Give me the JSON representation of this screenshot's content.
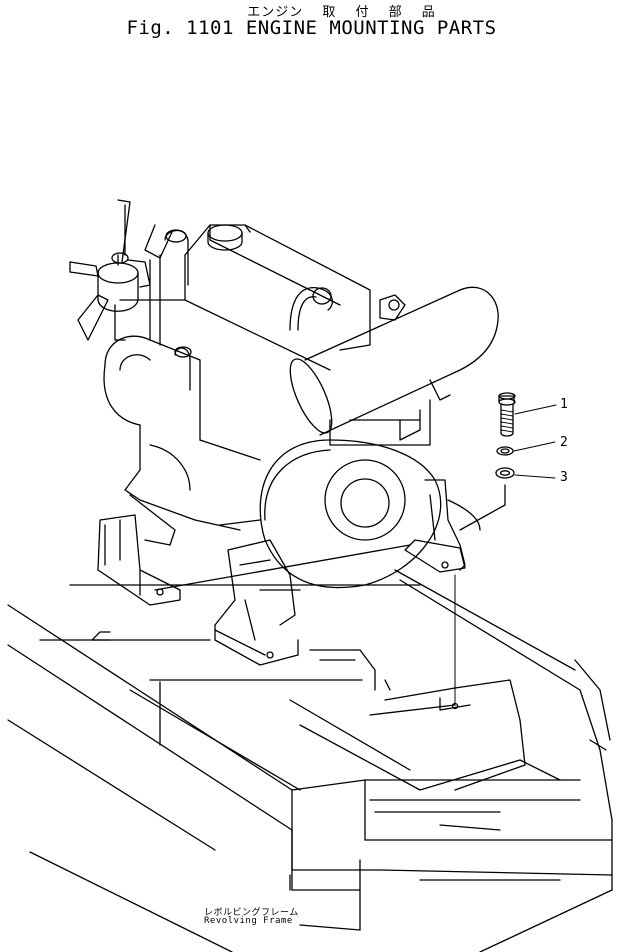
{
  "title": {
    "japanese": "エンジン 取 付 部 品",
    "english": "Fig. 1101 ENGINE MOUNTING PARTS"
  },
  "callouts": [
    "1",
    "2",
    "3"
  ],
  "frame_label": {
    "japanese": "レボルビングフレーム",
    "english": "Revolving Frame"
  }
}
